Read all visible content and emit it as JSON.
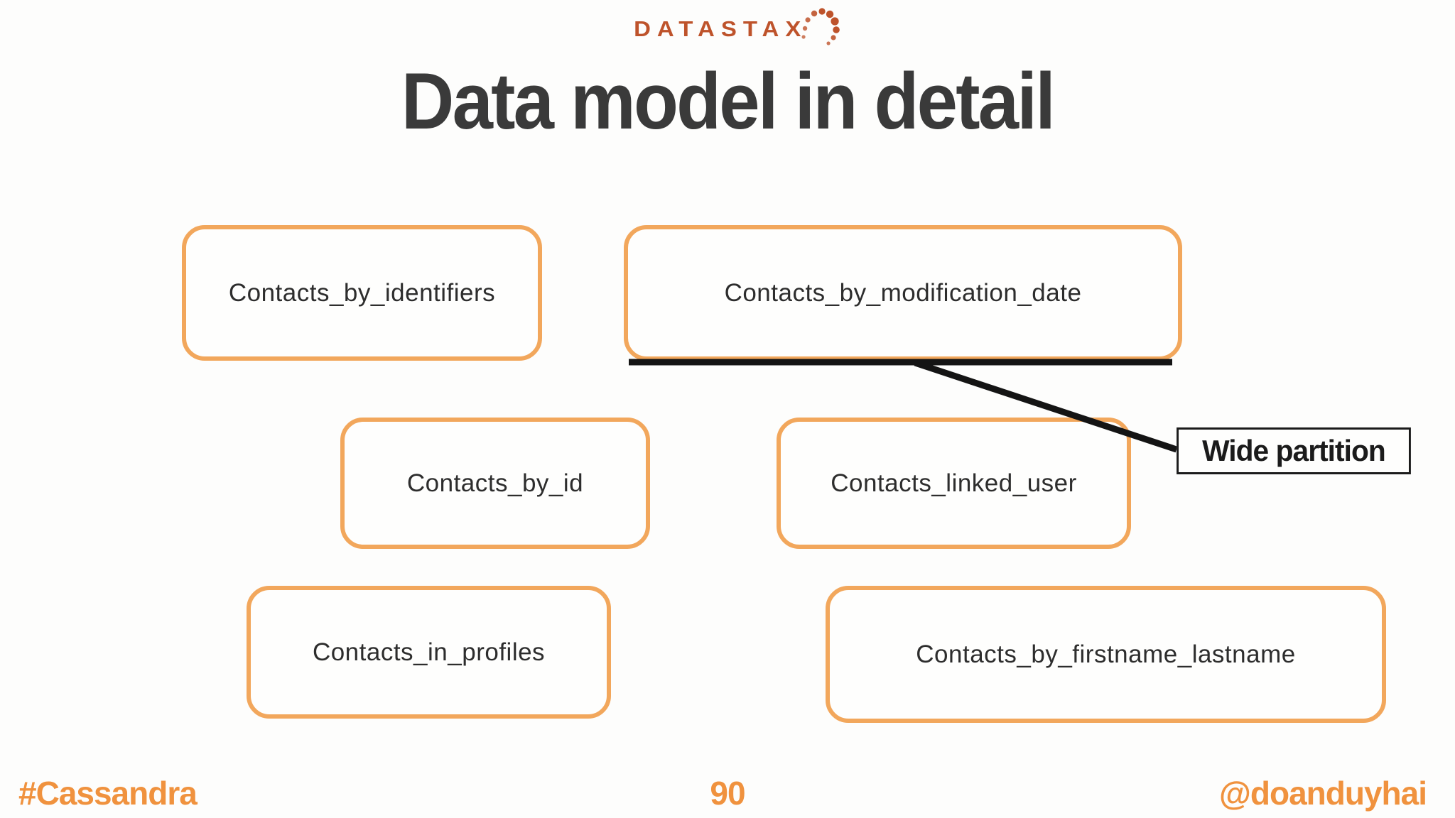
{
  "logo": {
    "text": "DATASTAX",
    "color": "#BE532B"
  },
  "title": "Data model in detail",
  "tables": [
    {
      "label": "Contacts_by_identifiers"
    },
    {
      "label": "Contacts_by_modification_date"
    },
    {
      "label": "Contacts_by_id"
    },
    {
      "label": "Contacts_linked_user"
    },
    {
      "label": "Contacts_in_profiles"
    },
    {
      "label": "Contacts_by_firstname_lastname"
    }
  ],
  "annotation": {
    "label": "Wide partition",
    "target_table": "Contacts_by_modification_date"
  },
  "footer": {
    "hashtag": "#Cassandra",
    "page_number": "90",
    "handle": "@doanduyhai"
  },
  "colors": {
    "box_border_orange": "#F2A75C",
    "footer_orange": "#F0923E",
    "logo_orange": "#BE532B",
    "line_black": "#141414",
    "title_gray": "#3A3A3A",
    "background": "#FDFDFC"
  }
}
